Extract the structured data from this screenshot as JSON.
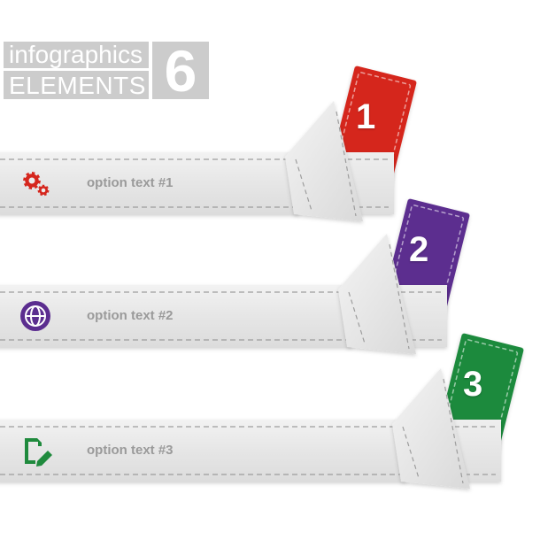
{
  "header": {
    "line1": "infographics",
    "line2": "ELEMENTS",
    "number": "6"
  },
  "colors": {
    "red": "#d5261d",
    "purple": "#5b2d8f",
    "green": "#1f8a3d",
    "label_gray": "#9a9a9a",
    "ribbon": "#e8e8e8",
    "header_gray": "#cccccc"
  },
  "options": [
    {
      "number": "1",
      "label": "option text #1",
      "icon": "gears-icon",
      "color": "#d5261d"
    },
    {
      "number": "2",
      "label": "option text #2",
      "icon": "globe-icon",
      "color": "#5b2d8f"
    },
    {
      "number": "3",
      "label": "option text #3",
      "icon": "document-edit-icon",
      "color": "#1f8a3d"
    }
  ]
}
